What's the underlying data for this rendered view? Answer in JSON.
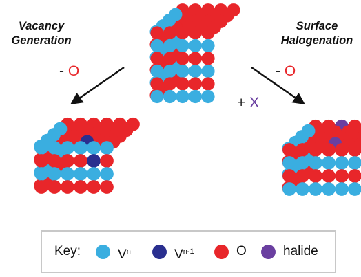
{
  "labels": {
    "vacancy": "Vacancy Generation",
    "vacancy_line1": "Vacancy",
    "vacancy_line2": "Generation",
    "surface_line1": "Surface",
    "surface_line2": "Halogenation"
  },
  "operations": {
    "left_minus": "-",
    "left_o": "O",
    "right_minus": "-",
    "right_o": "O",
    "plus": "+",
    "x": "X"
  },
  "key": {
    "title": "Key:",
    "items": [
      {
        "base": "V",
        "sup": "n",
        "color": "#3aaee0"
      },
      {
        "base": "V",
        "sup": "n-1",
        "color": "#2a2f8f"
      },
      {
        "base": "O",
        "sup": "",
        "color": "#e8262a"
      },
      {
        "base": "halide",
        "sup": "",
        "color": "#6a3fa0"
      }
    ]
  },
  "colors": {
    "vanadium": "#3aaee0",
    "reduced_vanadium": "#2a2f8f",
    "oxygen": "#e8262a",
    "halide": "#6a3fa0"
  }
}
